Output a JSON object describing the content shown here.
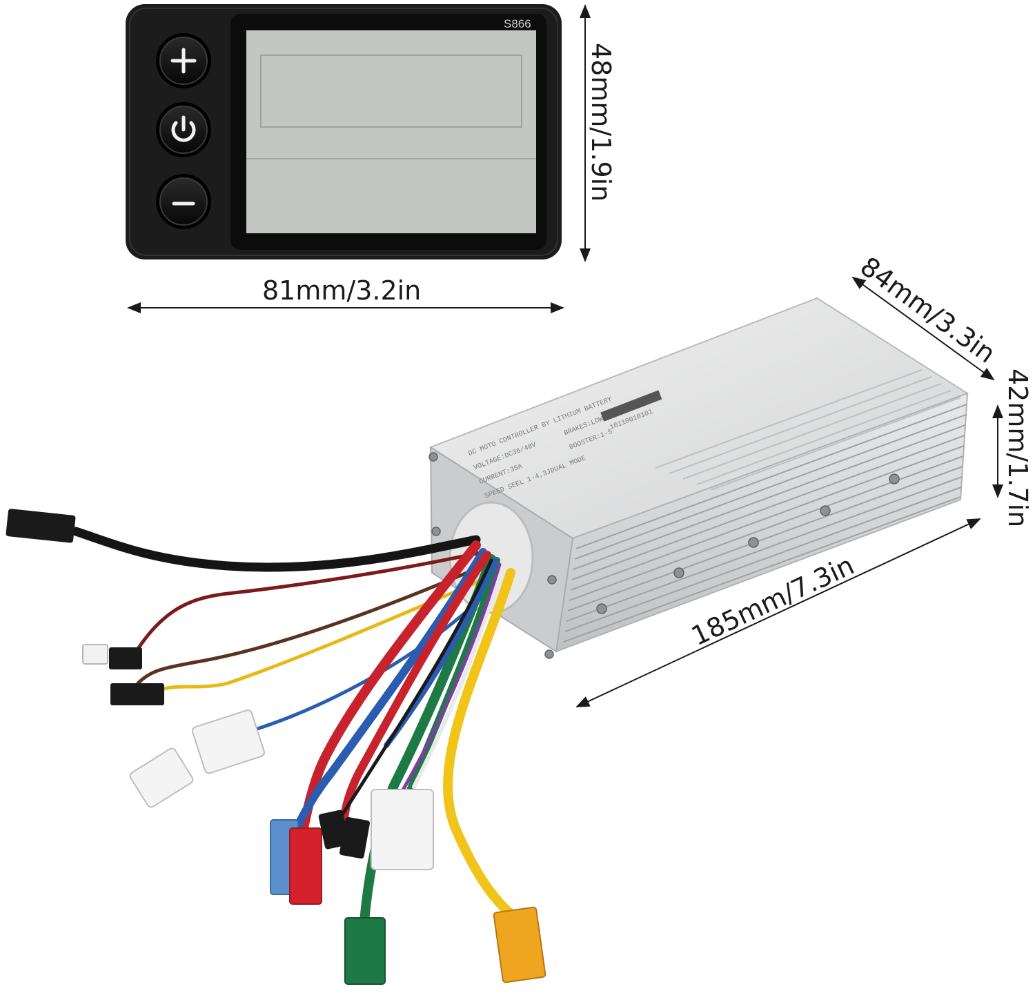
{
  "display": {
    "model": "S866",
    "width_label": "81mm/3.2in",
    "height_label": "48mm/1.9in",
    "buttons": [
      {
        "name": "plus",
        "icon": "plus-icon"
      },
      {
        "name": "power",
        "icon": "power-icon"
      },
      {
        "name": "minus",
        "icon": "minus-icon"
      }
    ]
  },
  "controller": {
    "length_label": "185mm/7.3in",
    "depth_label": "84mm/3.3in",
    "height_label": "42mm/1.7in",
    "label_lines": [
      "DC MOTO CONTROLLER BY LITHIUM BATTERY",
      "VOLTAGE:DC36/48V",
      "CURRENT:35A",
      "SPEED SEEL 1-4,3JDUAL MODE",
      "BRAKES:LOW LEVEL",
      "BOOSTER:1-5",
      "10110010101"
    ]
  },
  "colors": {
    "display_bezel": "#1c1c1c",
    "lcd_screen": "#c4c6c3",
    "controller_body": "#d9dadb",
    "wire_red": "#c8232c",
    "wire_yellow": "#f0c419",
    "wire_green": "#1e7a45",
    "wire_blue": "#2a5db0"
  }
}
